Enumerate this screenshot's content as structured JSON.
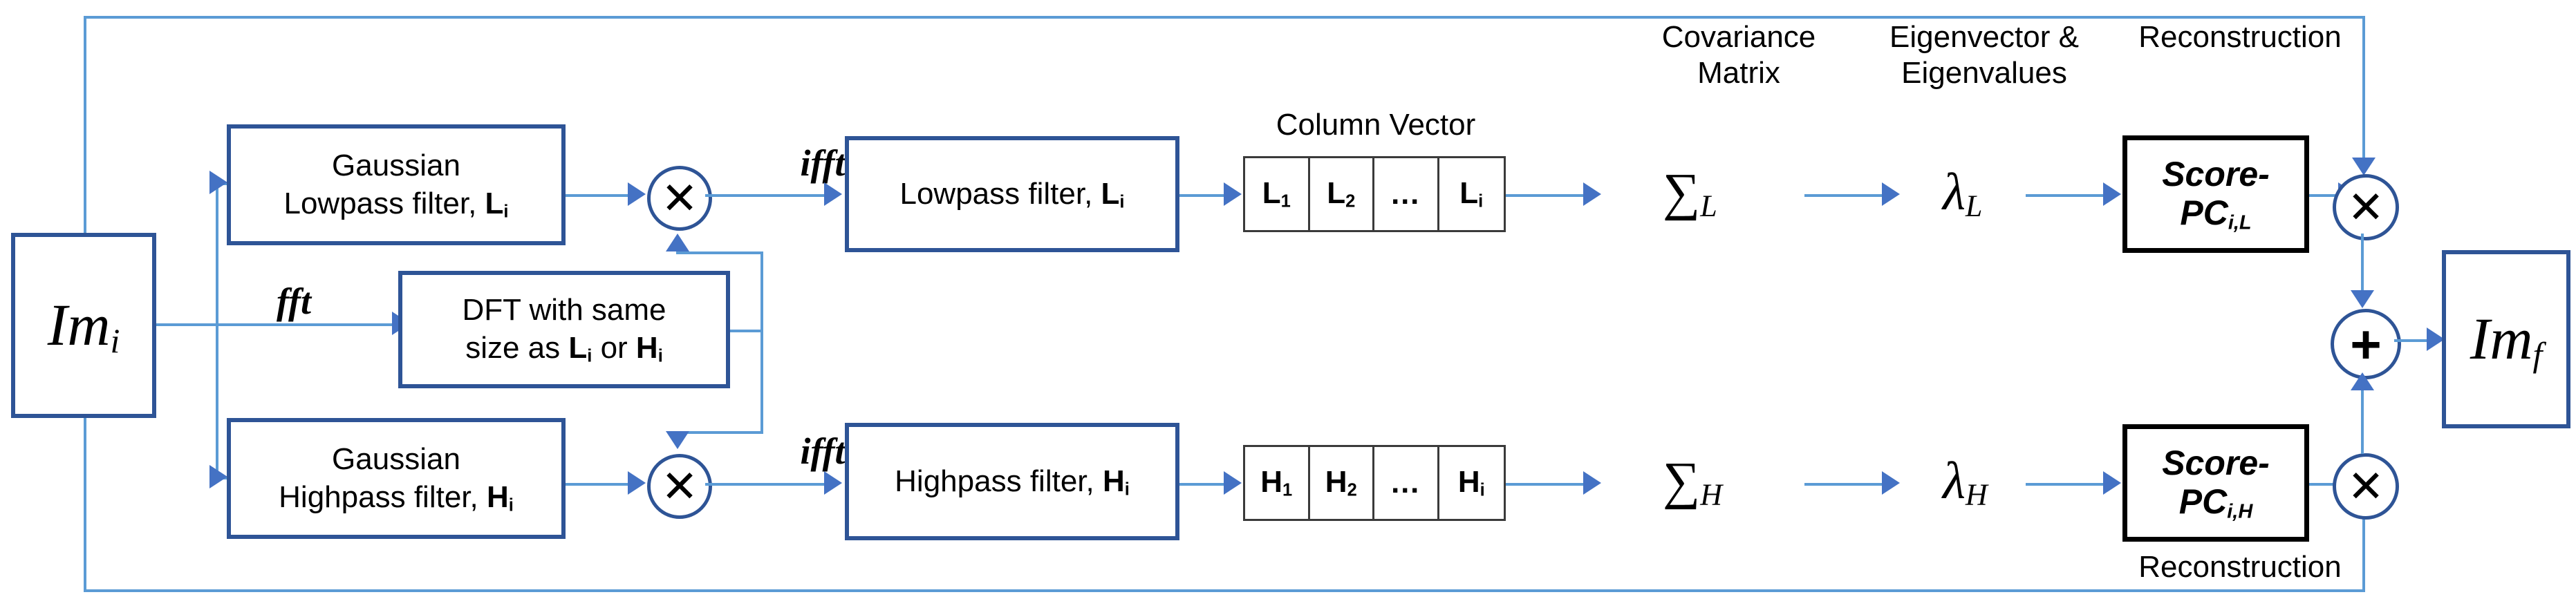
{
  "diagram": {
    "title": "Gaussian filter bank with PCA-based reconstruction block diagram",
    "colors": {
      "box_border": "#2E5496",
      "black_box_border": "#000000",
      "connector_light": "#5B9BD5",
      "connector_dark": "#4472C4",
      "cell_border": "#3A3A3A",
      "background": "#FFFFFF",
      "text": "#000000"
    },
    "input_block": {
      "label": "Im",
      "sub": "i"
    },
    "output_block": {
      "label": "Im",
      "sub": "f"
    },
    "transform_labels": {
      "fft": "fft",
      "ifft_top": "ifft",
      "ifft_bottom": "ifft"
    },
    "dft_block": {
      "line1": "DFT with same",
      "line2_pre": "size as ",
      "line2_L": "L",
      "line2_L_sub": "i",
      "line2_mid": " or ",
      "line2_H": "H",
      "line2_H_sub": "i"
    },
    "column_headers": {
      "column_vector": "Column Vector",
      "covariance_matrix": "Covariance\nMatrix",
      "eigen": "Eigenvector &\nEigenvalues",
      "reconstruction_top": "Reconstruction",
      "reconstruction_bottom": "Reconstruction"
    },
    "operators": {
      "multiply": "✕",
      "plus": "+"
    },
    "branches": [
      {
        "id": "lowpass",
        "gaussian_block": {
          "line1": "Gaussian",
          "line2_pre": "Lowpass filter, ",
          "line2_sym": "L",
          "line2_sub": "i"
        },
        "filter_block": {
          "pre": "Lowpass filter, ",
          "sym": "L",
          "sub": "i"
        },
        "vector_cells": [
          {
            "sym": "L",
            "sub": "1"
          },
          {
            "sym": "L",
            "sub": "2"
          },
          {
            "sym": "…",
            "sub": ""
          },
          {
            "sym": "L",
            "sub": "i"
          }
        ],
        "covariance": {
          "sym": "∑",
          "sub": "L"
        },
        "eigenvalue": {
          "sym": "λ",
          "sub": "L"
        },
        "score_block": {
          "line1": "Score-",
          "line2_pre": "PC",
          "line2_sub": "i,L"
        }
      },
      {
        "id": "highpass",
        "gaussian_block": {
          "line1": "Gaussian",
          "line2_pre": "Highpass filter, ",
          "line2_sym": "H",
          "line2_sub": "i"
        },
        "filter_block": {
          "pre": "Highpass filter, ",
          "sym": "H",
          "sub": "i"
        },
        "vector_cells": [
          {
            "sym": "H",
            "sub": "1"
          },
          {
            "sym": "H",
            "sub": "2"
          },
          {
            "sym": "…",
            "sub": ""
          },
          {
            "sym": "H",
            "sub": "i"
          }
        ],
        "covariance": {
          "sym": "∑",
          "sub": "H"
        },
        "eigenvalue": {
          "sym": "λ",
          "sub": "H"
        },
        "score_block": {
          "line1": "Score-",
          "line2_pre": "PC",
          "line2_sub": "i,H"
        }
      }
    ]
  }
}
